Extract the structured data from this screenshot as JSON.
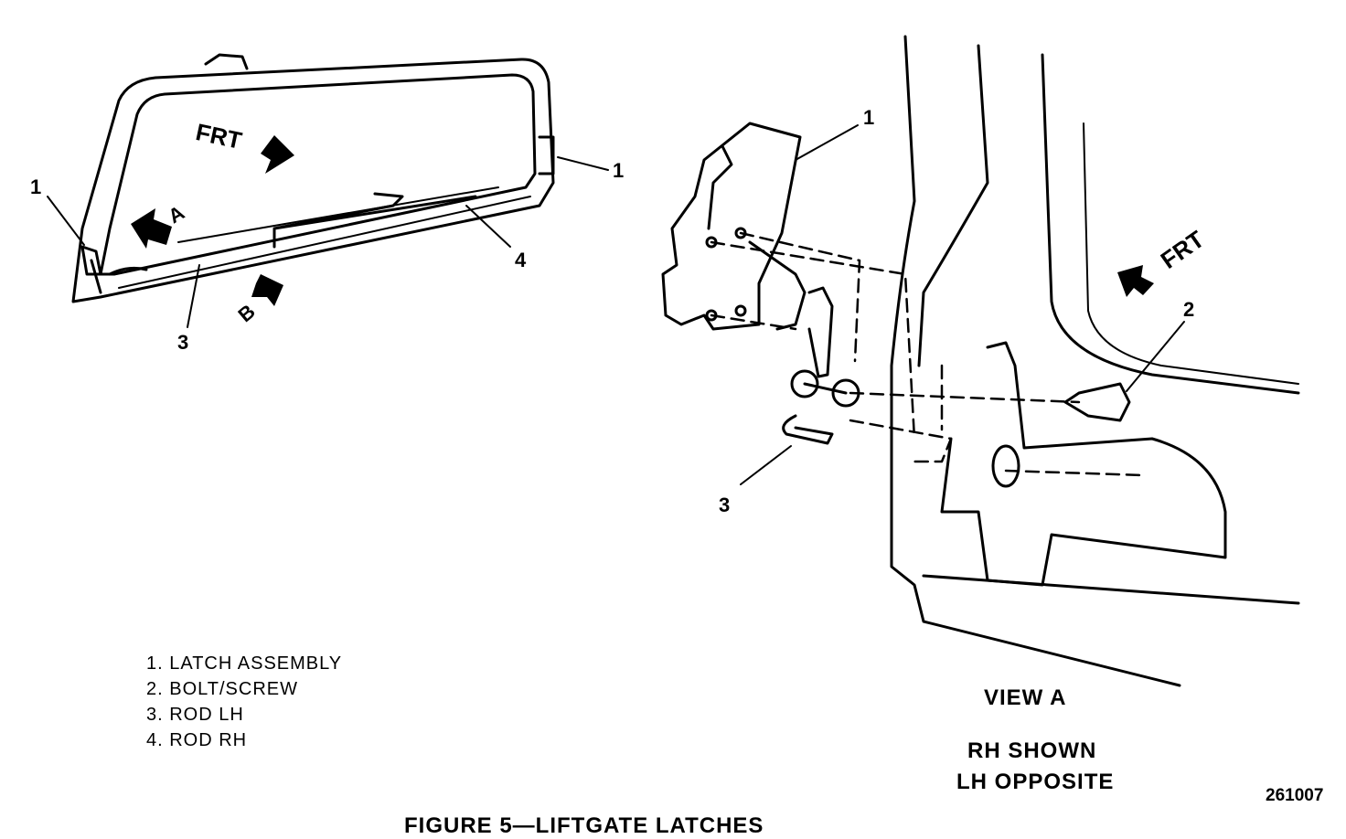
{
  "figure": {
    "caption": "FIGURE 5—LIFTGATE LATCHES",
    "number": "261007"
  },
  "legend": [
    "1. LATCH ASSEMBLY",
    "2. BOLT/SCREW",
    "3. ROD LH",
    "4. ROD RH"
  ],
  "left_view": {
    "callouts": [
      "1",
      "1",
      "3",
      "4"
    ],
    "direction_label": "FRT",
    "view_labels": [
      "A",
      "B"
    ]
  },
  "right_view": {
    "callouts": [
      "1",
      "2",
      "3"
    ],
    "direction_label": "FRT",
    "title": "VIEW A",
    "note_line1": "RH SHOWN",
    "note_line2": "LH OPPOSITE"
  }
}
